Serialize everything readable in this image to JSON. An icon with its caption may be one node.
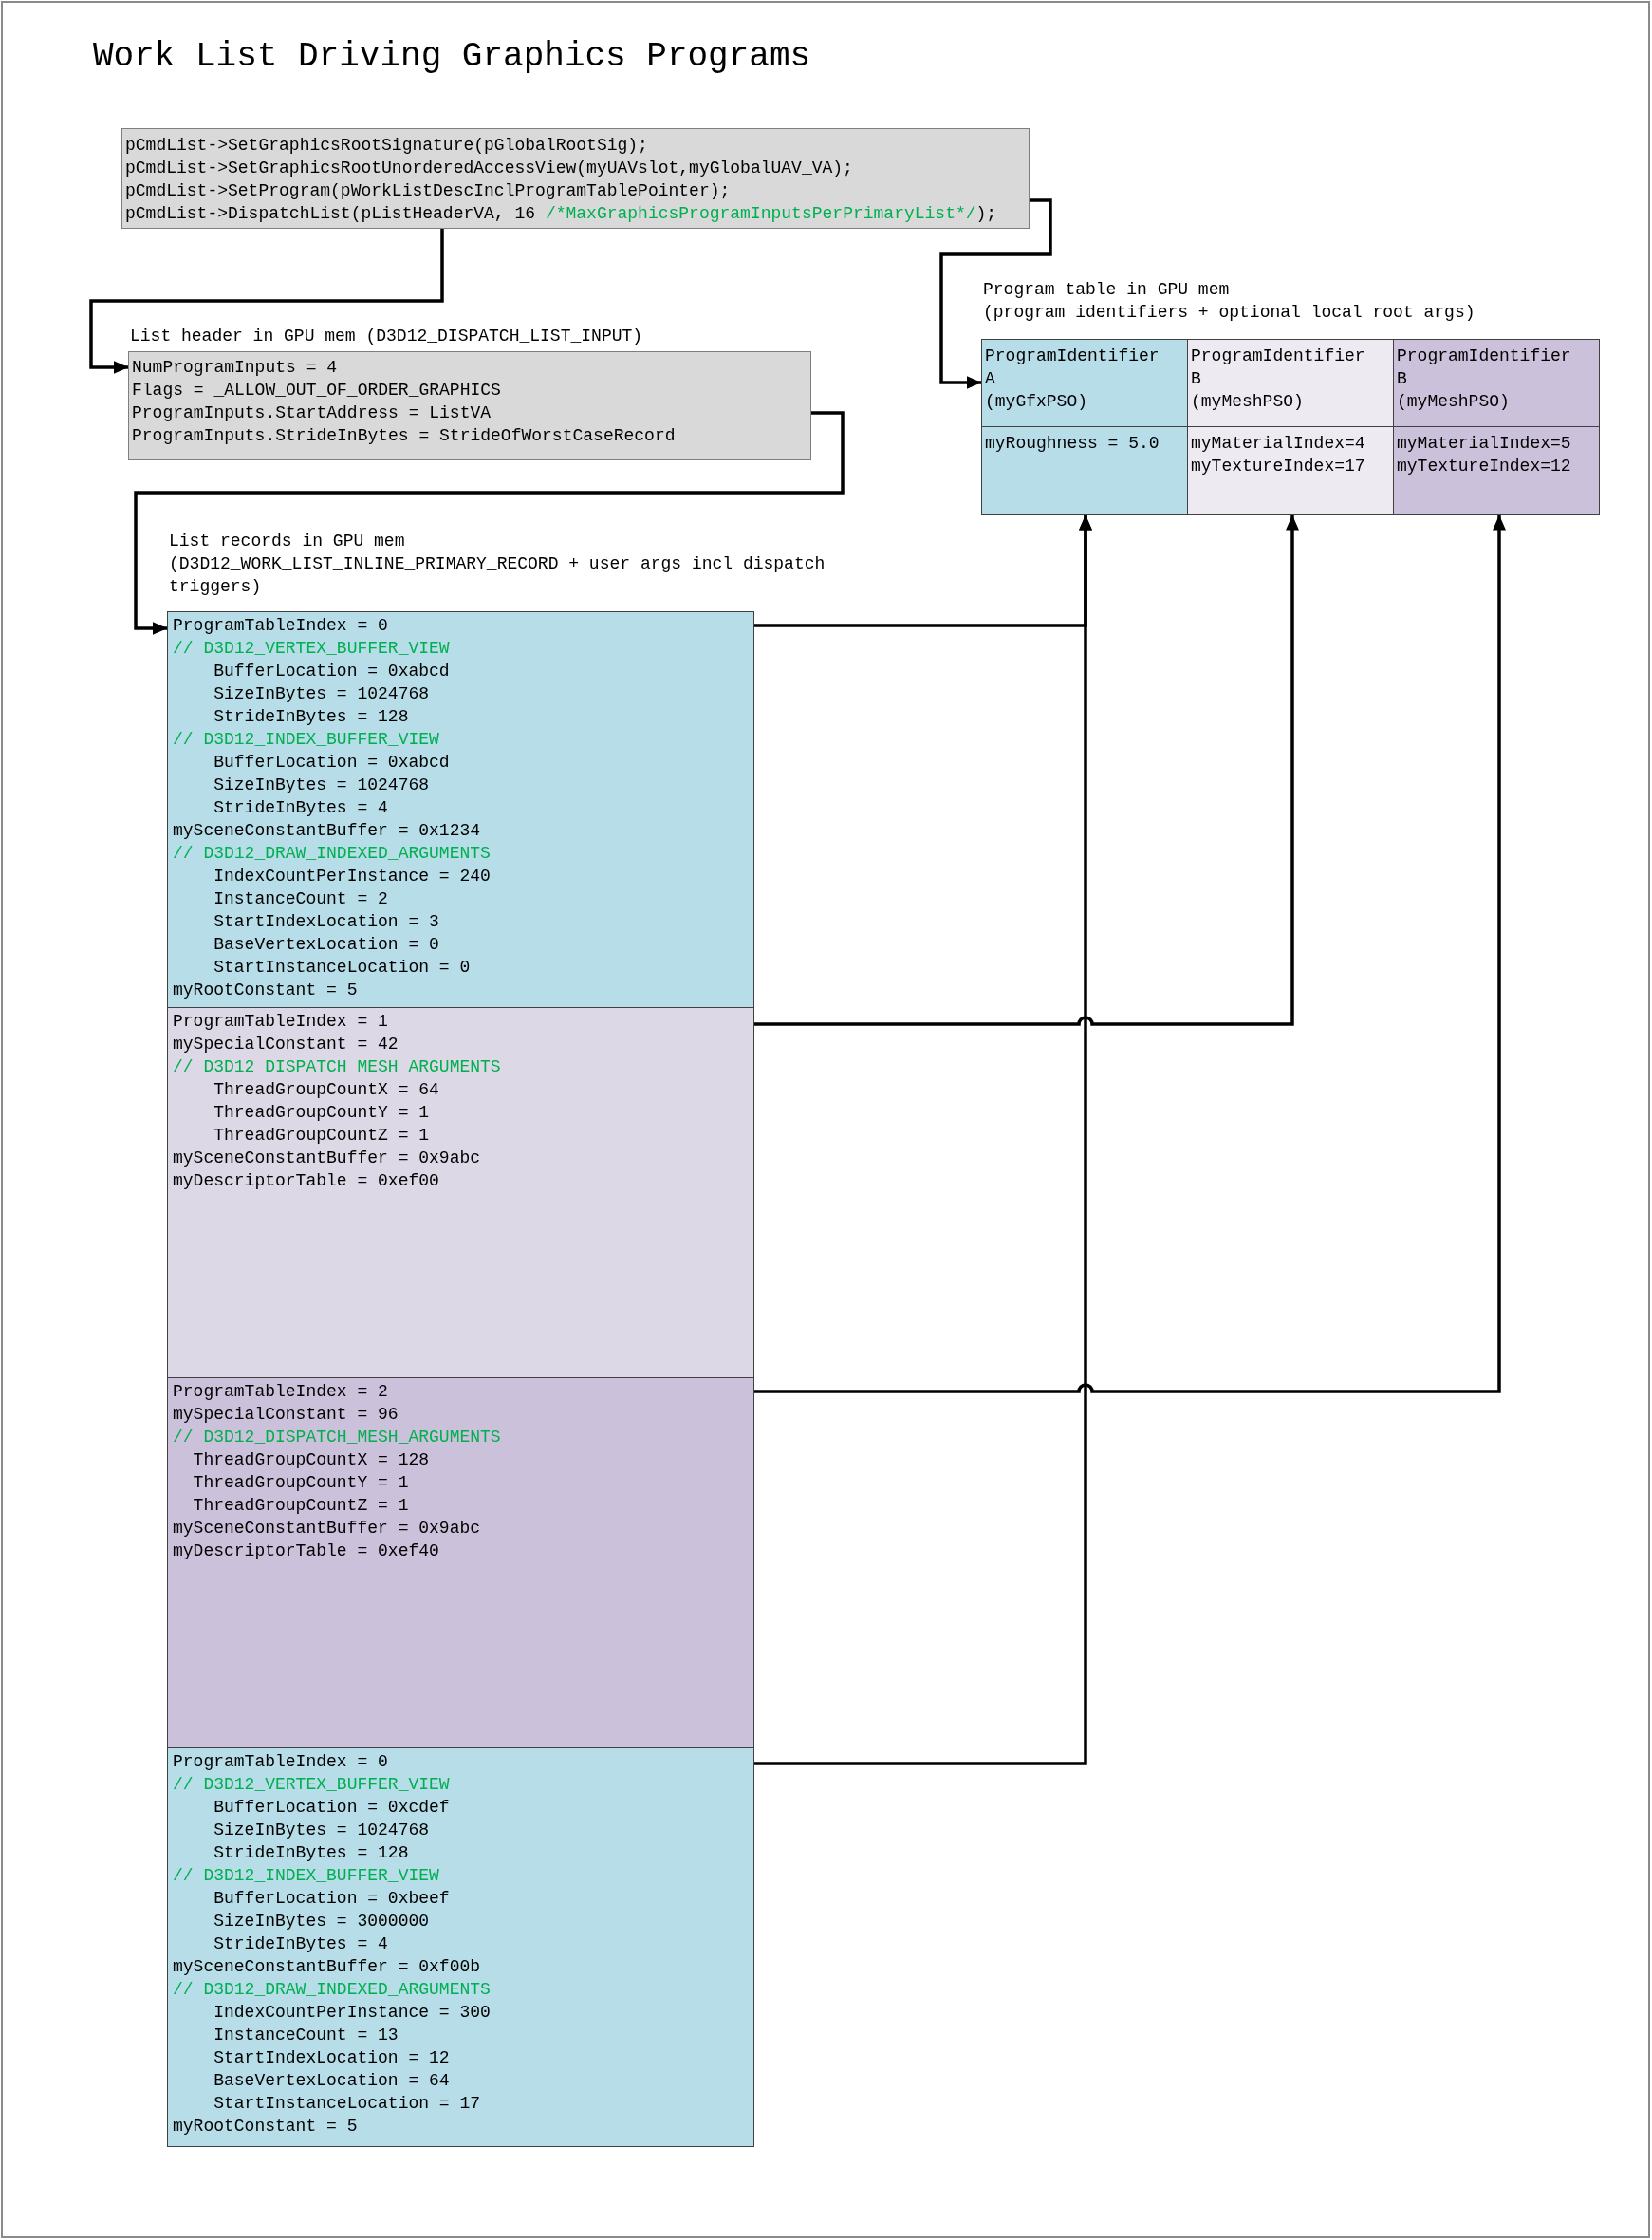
{
  "diagram": {
    "title": "Work List Driving Graphics Programs",
    "nodes": [
      {
        "text": [
          "pCmdList->SetGraphicsRootSignature(pGlobalRootSig);",
          "pCmdList->SetGraphicsRootUnorderedAccessView(myUAVslot,myGlobalUAV_VA);",
          "pCmdList->SetProgram(pWorkListDescInclProgramTablePointer);",
          "pCmdList->DispatchList(pListHeaderVA, 16",
          "/*MaxGraphicsProgramInputsPerPrimaryList*/",
          ");"
        ]
      },
      {
        "text": [
          "List header in GPU mem (D3D12_DISPATCH_LIST_INPUT)",
          "NumProgramInputs = 4",
          "Flags = _ALLOW_OUT_OF_ORDER_GRAPHICS",
          "ProgramInputs.StartAddress = ListVA",
          "ProgramInputs.StrideInBytes = StrideOfWorstCaseRecord"
        ]
      },
      {
        "text": [
          "Program table in GPU mem",
          "(program identifiers + optional local root args)"
        ]
      },
      {
        "text": [
          "ProgramIdentifier A",
          "(myGfxPSO)"
        ],
        "in": 2
      },
      {
        "text": [
          "ProgramIdentifier B",
          "(myMeshPSO)"
        ],
        "in": 2
      },
      {
        "text": [
          "ProgramIdentifier B",
          "(myMeshPSO)"
        ],
        "in": 2
      },
      {
        "text": [
          "myRoughness = 5.0"
        ],
        "in": 2
      },
      {
        "text": [
          "myMaterialIndex=4",
          "myTextureIndex=17"
        ],
        "in": 2
      },
      {
        "text": [
          "myMaterialIndex=5",
          "myTextureIndex=12"
        ],
        "in": 2
      },
      {
        "text": [
          "List records in GPU mem",
          "(D3D12_WORK_LIST_INLINE_PRIMARY_RECORD + user args incl dispatch triggers)"
        ]
      },
      {
        "text": [
          "ProgramTableIndex = 0",
          "// D3D12_VERTEX_BUFFER_VIEW",
          "BufferLocation = 0xabcd",
          "SizeInBytes = 1024768",
          "StrideInBytes = 128",
          "// D3D12_INDEX_BUFFER_VIEW",
          "BufferLocation = 0xabcd",
          "SizeInBytes = 1024768",
          "StrideInBytes = 4",
          "mySceneConstantBuffer = 0x1234",
          "// D3D12_DRAW_INDEXED_ARGUMENTS",
          "IndexCountPerInstance = 240",
          "InstanceCount = 2",
          "StartIndexLocation = 3",
          "BaseVertexLocation = 0",
          "StartInstanceLocation = 0",
          "myRootConstant = 5"
        ],
        "in": 9
      },
      {
        "text": [
          "ProgramTableIndex = 1",
          "mySpecialConstant = 42",
          "// D3D12_DISPATCH_MESH_ARGUMENTS",
          "ThreadGroupCountX = 64",
          "ThreadGroupCountY = 1",
          "ThreadGroupCountZ = 1",
          "mySceneConstantBuffer = 0x9abc",
          "myDescriptorTable = 0xef00"
        ],
        "in": 9
      },
      {
        "text": [
          "ProgramTableIndex = 2",
          "mySpecialConstant = 96",
          "// D3D12_DISPATCH_MESH_ARGUMENTS",
          "ThreadGroupCountX = 128",
          "ThreadGroupCountY = 1",
          "ThreadGroupCountZ = 1",
          "mySceneConstantBuffer = 0x9abc",
          "myDescriptorTable = 0xef40"
        ],
        "in": 9
      },
      {
        "text": [
          "ProgramTableIndex = 0",
          "// D3D12_VERTEX_BUFFER_VIEW",
          "BufferLocation = 0xcdef",
          "SizeInBytes = 1024768",
          "StrideInBytes = 128",
          "// D3D12_INDEX_BUFFER_VIEW",
          "BufferLocation = 0xbeef",
          "SizeInBytes = 3000000",
          "StrideInBytes = 4",
          "mySceneConstantBuffer = 0xf00b",
          "// D3D12_DRAW_INDEXED_ARGUMENTS",
          "IndexCountPerInstance = 300",
          "InstanceCount = 13",
          "StartIndexLocation = 12",
          "BaseVertexLocation = 64",
          "StartInstanceLocation = 17",
          "myRootConstant = 5"
        ],
        "in": 9
      }
    ],
    "edges": [
      {
        "from": 0,
        "to": 1,
        "arrow": "to"
      },
      {
        "from": 0,
        "to": 2,
        "arrow": "to"
      },
      {
        "from": 1,
        "to": 9,
        "arrow": "to"
      },
      {
        "from": 10,
        "to": 6,
        "arrow": "to"
      },
      {
        "from": 11,
        "to": 7,
        "arrow": "to"
      },
      {
        "from": 12,
        "to": 8,
        "arrow": "to"
      },
      {
        "from": 13,
        "to": 6,
        "arrow": "to"
      }
    ]
  }
}
